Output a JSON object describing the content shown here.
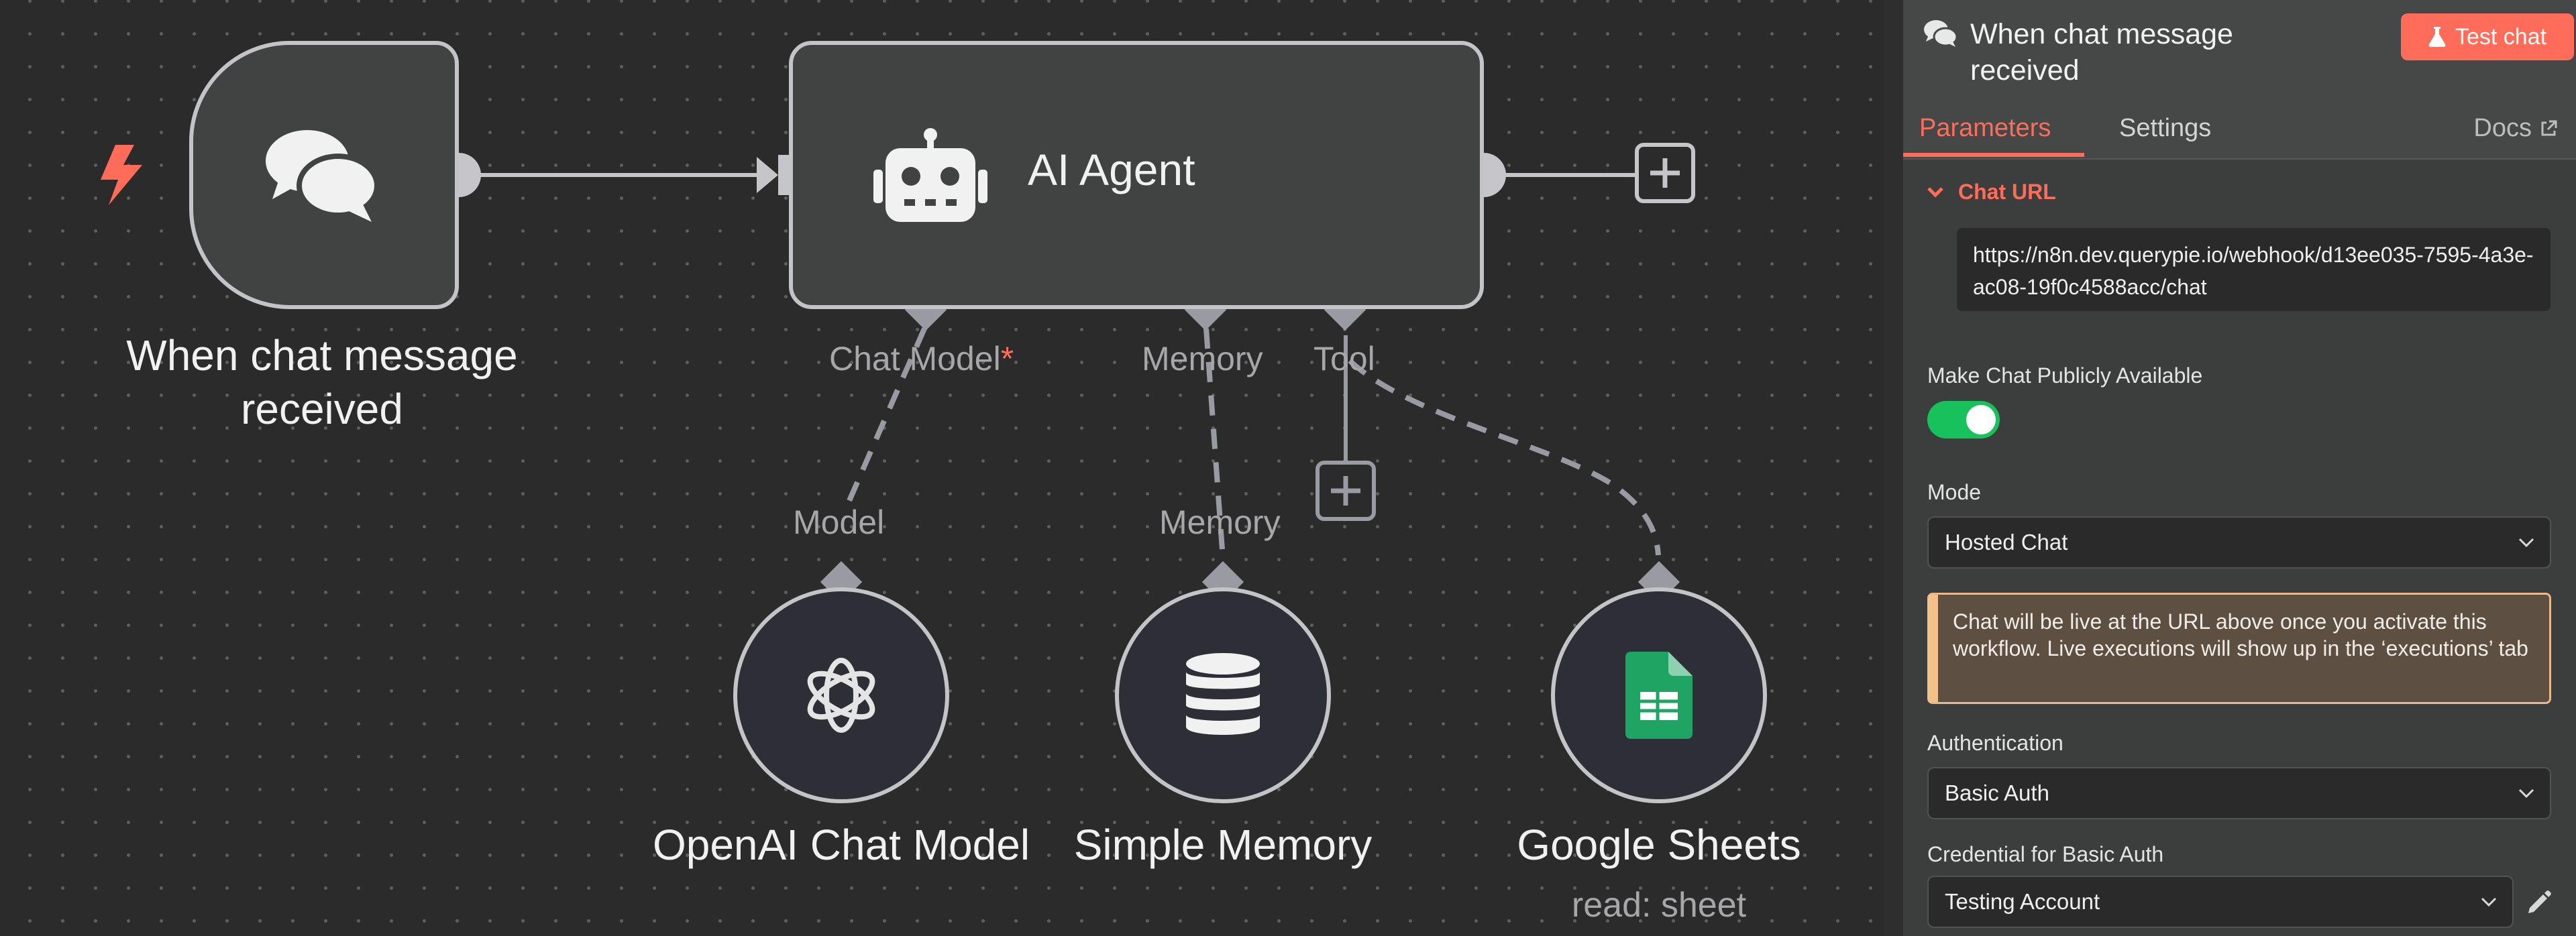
{
  "canvas": {
    "trigger": {
      "title_line1": "When chat message",
      "title_line2": "received"
    },
    "agent": {
      "title": "AI Agent"
    },
    "connectors": {
      "chat_model": "Chat Model",
      "chat_model_required": "*",
      "memory": "Memory",
      "tool": "Tool"
    },
    "sub_nodes": [
      {
        "input_label": "Model",
        "title": "OpenAI Chat Model",
        "subtitle": ""
      },
      {
        "input_label": "Memory",
        "title": "Simple Memory",
        "subtitle": ""
      },
      {
        "input_label": "",
        "title": "Google Sheets",
        "subtitle": "read: sheet"
      }
    ]
  },
  "panel": {
    "title": "When chat message received",
    "test_button": "Test chat",
    "tabs": [
      {
        "label": "Parameters",
        "active": true
      },
      {
        "label": "Settings",
        "active": false
      }
    ],
    "docs_label": "Docs",
    "section": {
      "label": "Chat URL",
      "url": "https://n8n.dev.querypie.io/webhook/d13ee035-7595-4a3e-ac08-19f0c4588acc/chat"
    },
    "public_toggle": {
      "label": "Make Chat Publicly Available",
      "on": true
    },
    "mode": {
      "label": "Mode",
      "value": "Hosted Chat"
    },
    "notice": "Chat will be live at the URL above once you activate this workflow. Live executions will show up in the ‘executions’ tab",
    "authentication": {
      "label": "Authentication",
      "value": "Basic Auth"
    },
    "credential": {
      "label": "Credential for Basic Auth",
      "value": "Testing Account"
    }
  },
  "colors": {
    "accent": "#ff6d5a",
    "toggle_on": "#17c15b",
    "node_border": "#c4c4c8",
    "wire": "#9a9aa2"
  }
}
